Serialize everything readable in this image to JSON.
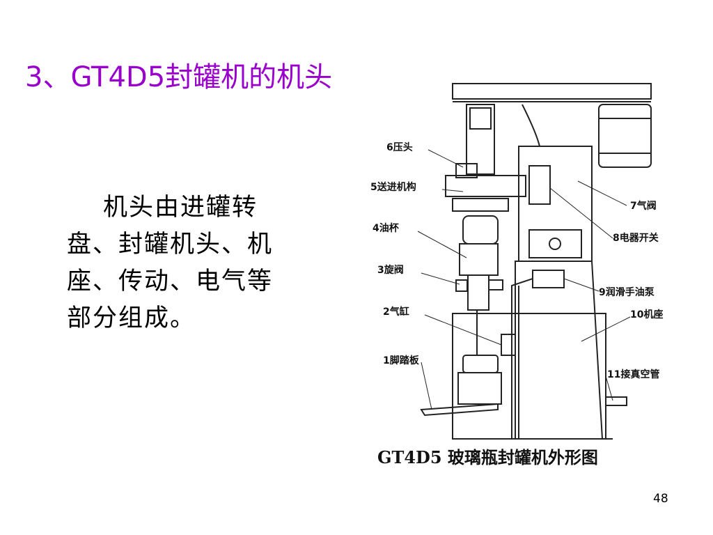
{
  "slide": {
    "title": "3、GT4D5封罐机的机头",
    "body": "机头由进罐转盘、封罐机头、机座、传动、电气等部分组成。",
    "page_number": "48"
  },
  "figure": {
    "caption": "GT4D5 玻璃瓶封罐机外形图",
    "labels": {
      "l6": "6压头",
      "l5": "5送进机构",
      "l4": "4油杯",
      "l3": "3旋阀",
      "l2": "2气缸",
      "l1": "1脚踏板",
      "l7": "7气阀",
      "l8": "8电器开关",
      "l9": "9润滑手油泵",
      "l10": "10机座",
      "l11": "11接真空管"
    }
  }
}
